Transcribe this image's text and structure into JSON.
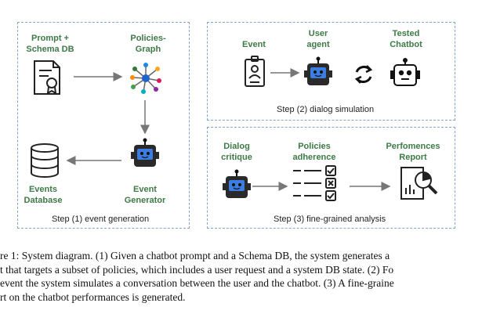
{
  "panels": {
    "left": {
      "step_label": "Step (1) event generation"
    },
    "top_right": {
      "step_label": "Step (2) dialog simulation"
    },
    "bottom_right": {
      "step_label": "Step (3) fine-grained analysis"
    }
  },
  "nodes": {
    "prompt_schema": {
      "line1": "Prompt +",
      "line2": "Schema DB",
      "icon": "certificate-document-icon"
    },
    "policies_graph": {
      "line1": "Policies-",
      "line2": "Graph",
      "icon": "graph-network-icon"
    },
    "event_generator": {
      "line1": "Event",
      "line2": "Generator",
      "icon": "robot-icon"
    },
    "events_database": {
      "line1": "Events",
      "line2": "Database",
      "icon": "database-icon"
    },
    "event": {
      "line1": "Event",
      "icon": "id-card-icon"
    },
    "user_agent": {
      "line1": "User",
      "line2": "agent",
      "icon": "robot-icon"
    },
    "tested_chatbot": {
      "line1": "Tested",
      "line2": "Chatbot",
      "icon": "robot-outline-icon"
    },
    "dialog_critique": {
      "line1": "Dialog",
      "line2": "critique",
      "icon": "robot-icon"
    },
    "policies_adherence": {
      "line1": "Policies",
      "line2": "adherence",
      "icon": "checklist-icon"
    },
    "performances_report": {
      "line1": "Perfomences",
      "line2": "Report",
      "icon": "report-magnifier-icon"
    }
  },
  "colors": {
    "label_green": "#3d7a45",
    "panel_border": "#7fa6d6",
    "robot_screen": "#3b7de0",
    "arrow": "#777777"
  },
  "caption": {
    "line1": "re 1: System diagram. (1) Given a chatbot prompt and a Schema DB, the system generates a",
    "line2": "t that targets a subset of policies, which includes a user request and a system DB state. (2) Fo",
    "line3": " event the system simulates a conversation between the user and the chatbot. (3) A fine-graine",
    "line4": "rt on the chatbot performances is generated."
  }
}
